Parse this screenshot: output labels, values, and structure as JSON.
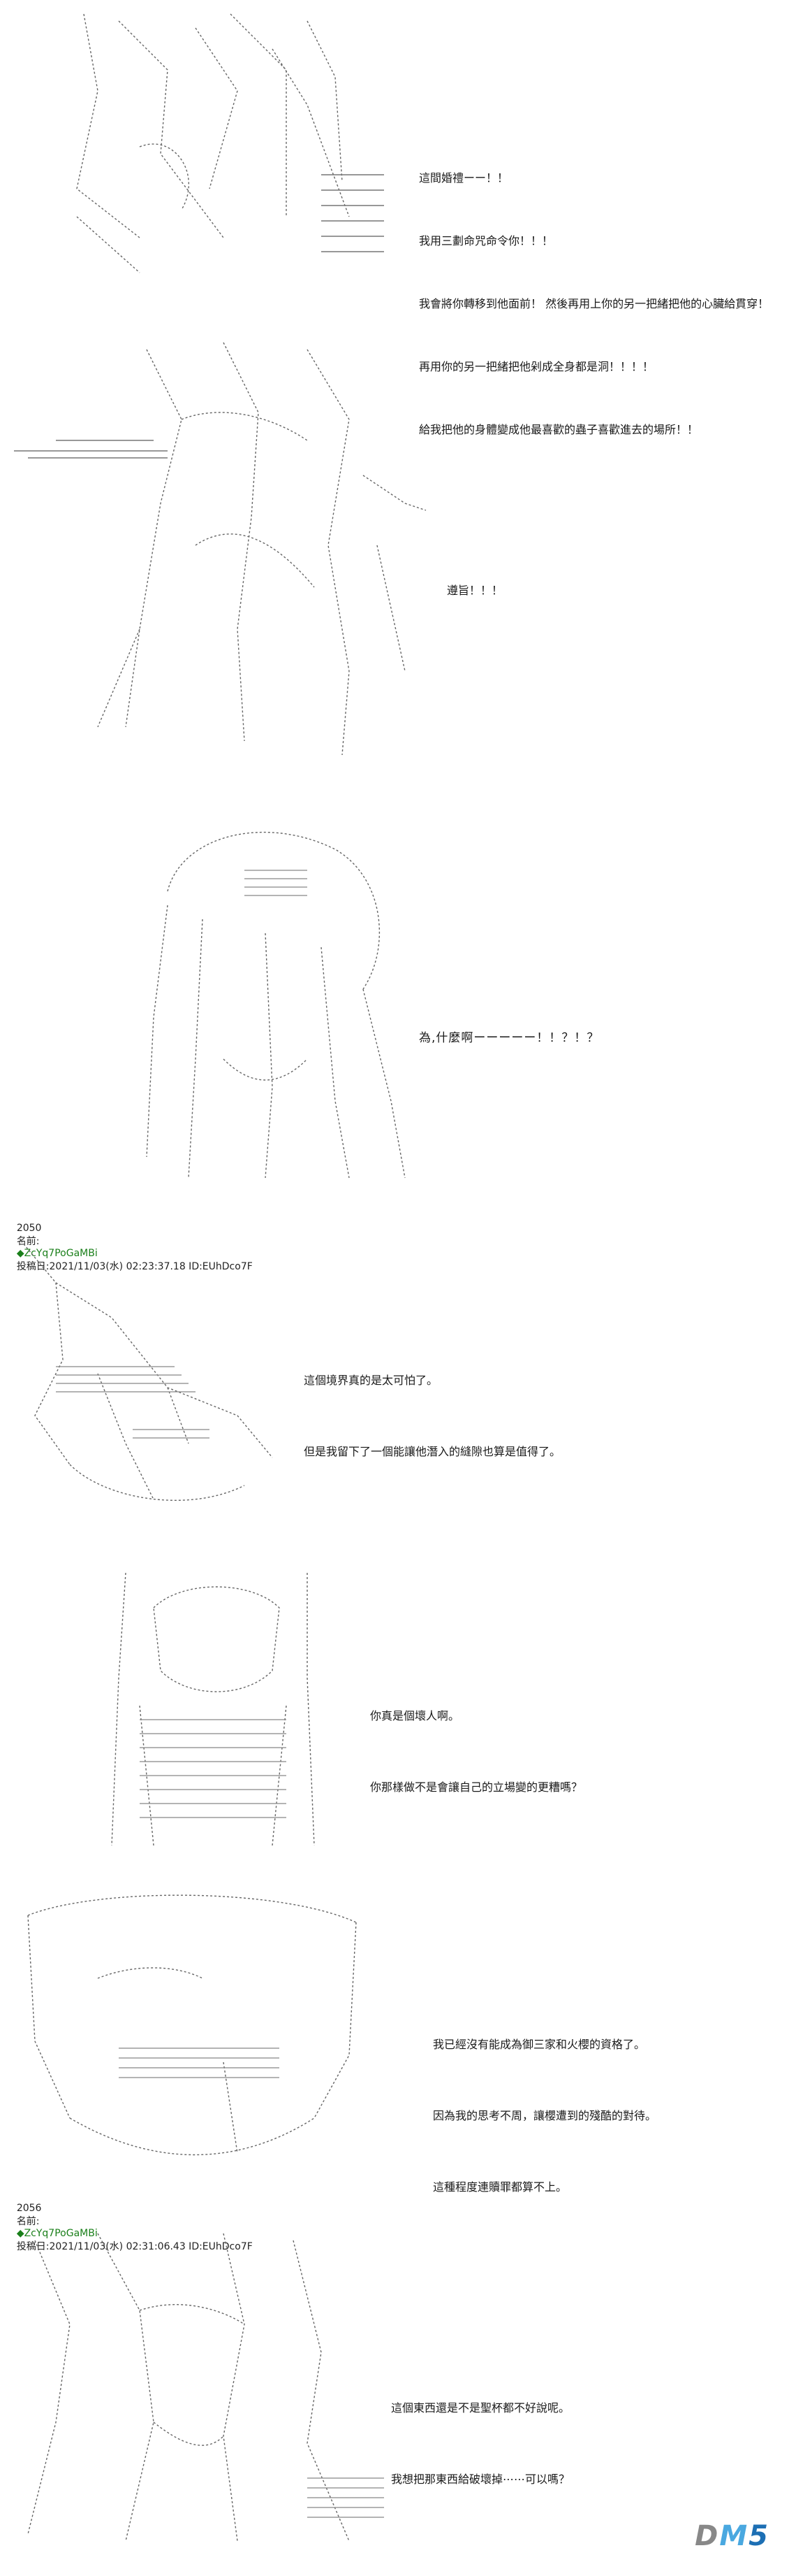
{
  "panels": [
    {
      "id": "p1",
      "dialog": [
        "這間婚禮ーー！！",
        "我用三劃命咒命令你！！！",
        "我會將你轉移到他面前！ 然後再用上你的另一把緒把他的心臟給貫穿！",
        "再用你的另一把緒把他剁成全身都是洞！！！！",
        "給我把他的身體變成他最喜歡的蟲子喜歡進去的場所！！"
      ]
    },
    {
      "id": "p2",
      "dialog": [
        "遵旨！！！"
      ]
    },
    {
      "id": "p3",
      "dialog": [
        "為,什麼啊ーーーーー！！？！？"
      ]
    },
    {
      "id": "p4",
      "header": {
        "num": "2050",
        "label": "名前:",
        "trip": "◆ZcYq7PoGaMBi",
        "rest": "投稿日:2021/11/03(水) 02:23:37.18 ID:EUhDco7F"
      },
      "dialog": [
        "這個境界真的是太可怕了。",
        "但是我留下了一個能讓他潛入的縫隙也算是值得了。"
      ]
    },
    {
      "id": "p5",
      "dialog": [
        "你真是個壞人啊。",
        "你那樣做不是會讓自己的立場變的更糟嗎？"
      ]
    },
    {
      "id": "p6",
      "dialog": [
        "我已經沒有能成為御三家和火櫻的資格了。",
        "因為我的思考不周，讓櫻遭到的殘酷的對待。",
        "這種程度連贖罪都算不上。"
      ]
    },
    {
      "id": "p7",
      "header": {
        "num": "2056",
        "label": "名前:",
        "trip": "◆ZcYq7PoGaMBi",
        "rest": "投稿日:2021/11/03(水) 02:31:06.43 ID:EUhDco7F"
      },
      "dialog": [
        "這個東西還是不是聖杯都不好說呢。",
        "我想把那東西給破壞掉⋯⋯可以嗎？"
      ]
    }
  ],
  "watermark": {
    "d": "D",
    "m": "M",
    "five": "5"
  }
}
